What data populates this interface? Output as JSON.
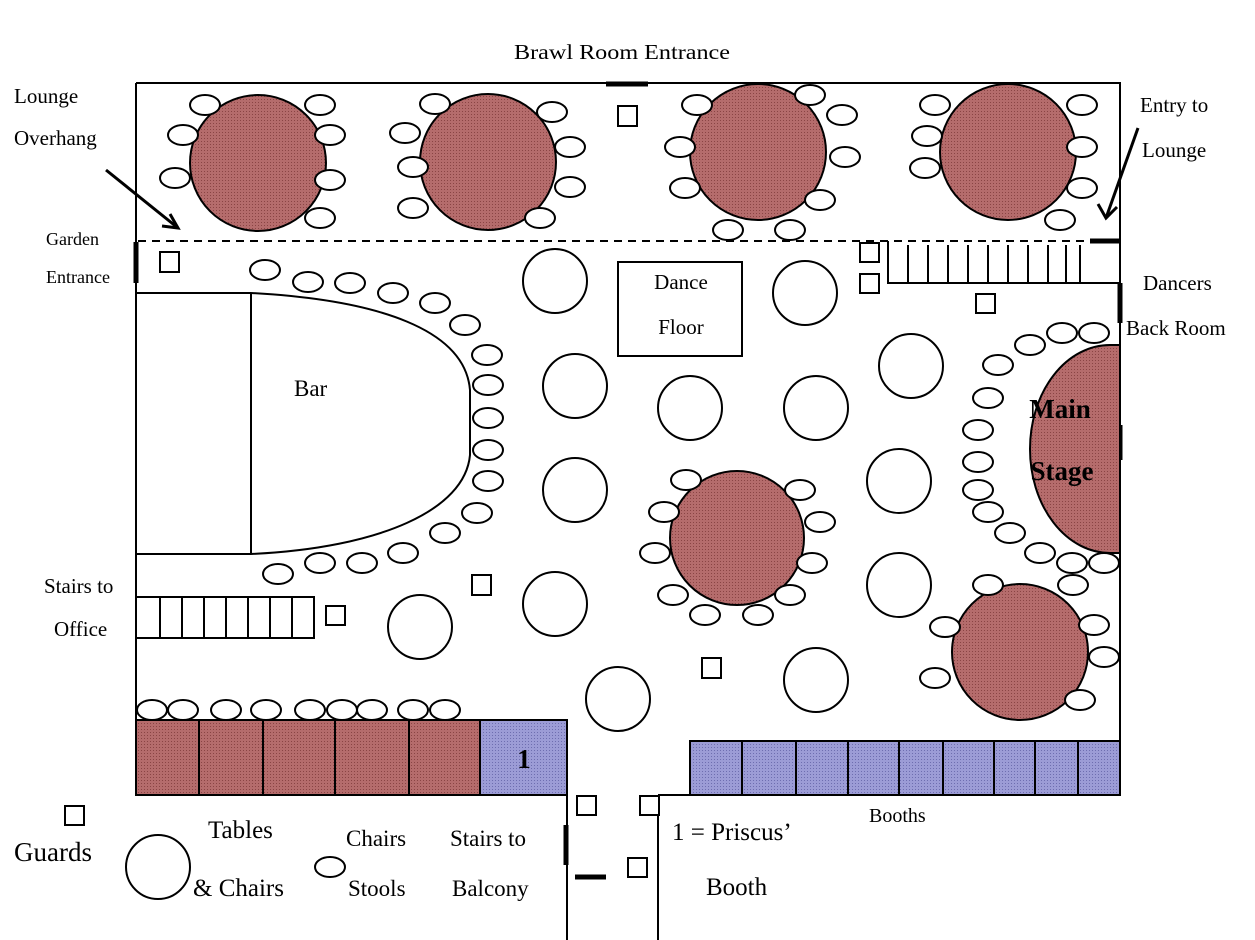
{
  "labels": {
    "brawl_room_entrance": "Brawl Room Entrance",
    "lounge": "Lounge",
    "overhang": "Overhang",
    "entry_to": "Entry to",
    "entry_lounge": "Lounge",
    "garden": "Garden",
    "entrance": "Entrance",
    "dance": "Dance",
    "floor": "Floor",
    "dancers": "Dancers",
    "back_room": "Back Room",
    "bar": "Bar",
    "main": "Main",
    "stage": "Stage",
    "stairs_to": "Stairs to",
    "office": "Office",
    "booth_number": "1",
    "booths": "Booths"
  },
  "legend": {
    "guards": "Guards",
    "tables": "Tables",
    "and_chairs": "& Chairs",
    "chairs": "Chairs",
    "stools": "Stools",
    "stairs_to": "Stairs to",
    "balcony": "Balcony",
    "priscus_line1": "1 = Priscus’",
    "priscus_line2": "Booth"
  },
  "colors": {
    "lounge_table": "#b56c6c",
    "booth_red": "#b56c6c",
    "booth_blue": "#9c9cd6",
    "line": "#000000",
    "background": "#ffffff"
  }
}
